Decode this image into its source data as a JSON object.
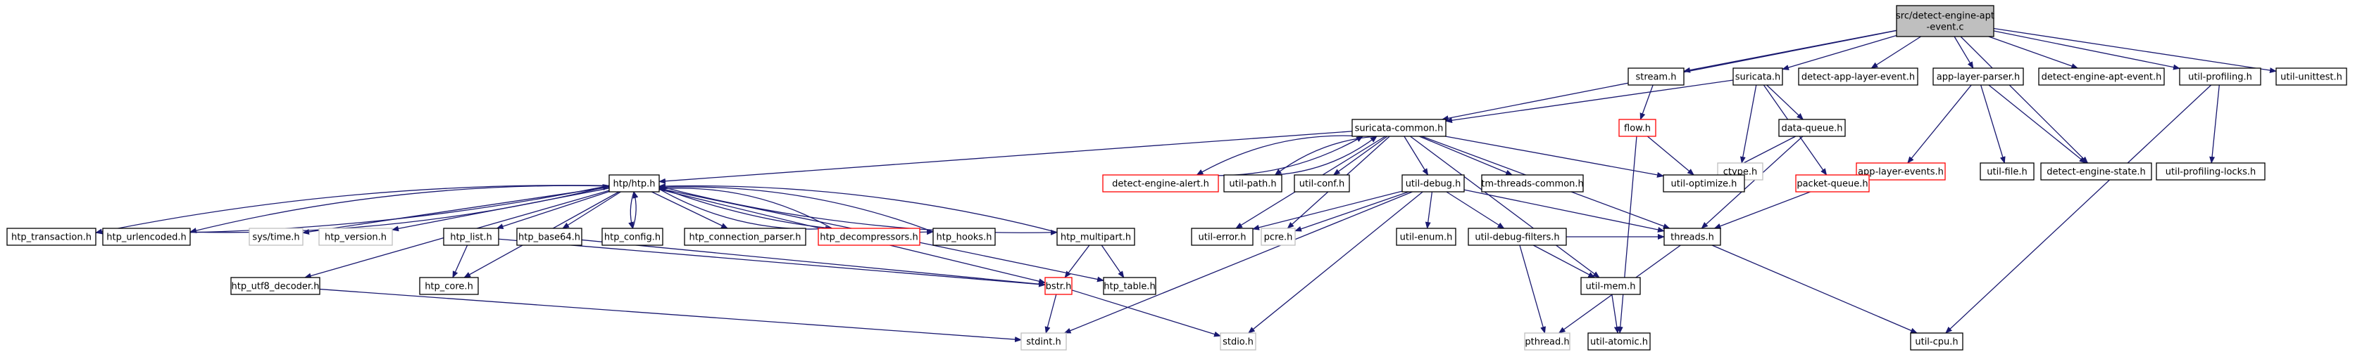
{
  "graph": {
    "nodes": [
      {
        "id": "root",
        "lines": [
          "src/detect-engine-apt",
          "-event.c"
        ],
        "style": "root"
      },
      {
        "id": "stream",
        "lines": [
          "stream.h"
        ],
        "style": "normal"
      },
      {
        "id": "suricata",
        "lines": [
          "suricata.h"
        ],
        "style": "normal"
      },
      {
        "id": "dale",
        "lines": [
          "detect-app-layer-event.h"
        ],
        "style": "normal"
      },
      {
        "id": "alp",
        "lines": [
          "app-layer-parser.h"
        ],
        "style": "normal"
      },
      {
        "id": "daee",
        "lines": [
          "detect-engine-apt-event.h"
        ],
        "style": "normal"
      },
      {
        "id": "uprof",
        "lines": [
          "util-profiling.h"
        ],
        "style": "normal"
      },
      {
        "id": "uunit",
        "lines": [
          "util-unittest.h"
        ],
        "style": "normal"
      },
      {
        "id": "flow",
        "lines": [
          "flow.h"
        ],
        "style": "red"
      },
      {
        "id": "scommon",
        "lines": [
          "suricata-common.h"
        ],
        "style": "normal"
      },
      {
        "id": "ctype",
        "lines": [
          "ctype.h"
        ],
        "style": "gray"
      },
      {
        "id": "dqueue",
        "lines": [
          "data-queue.h"
        ],
        "style": "normal"
      },
      {
        "id": "ale",
        "lines": [
          "app-layer-events.h"
        ],
        "style": "red"
      },
      {
        "id": "ufile",
        "lines": [
          "util-file.h"
        ],
        "style": "normal"
      },
      {
        "id": "des",
        "lines": [
          "detect-engine-state.h"
        ],
        "style": "normal"
      },
      {
        "id": "uproflocks",
        "lines": [
          "util-profiling-locks.h"
        ],
        "style": "normal"
      },
      {
        "id": "htp",
        "lines": [
          "htp/htp.h"
        ],
        "style": "normal"
      },
      {
        "id": "dea",
        "lines": [
          "detect-engine-alert.h"
        ],
        "style": "red"
      },
      {
        "id": "upath",
        "lines": [
          "util-path.h"
        ],
        "style": "normal"
      },
      {
        "id": "uconf",
        "lines": [
          "util-conf.h"
        ],
        "style": "normal"
      },
      {
        "id": "udebug",
        "lines": [
          "util-debug.h"
        ],
        "style": "normal"
      },
      {
        "id": "tmtc",
        "lines": [
          "tm-threads-common.h"
        ],
        "style": "normal"
      },
      {
        "id": "uopt",
        "lines": [
          "util-optimize.h"
        ],
        "style": "normal"
      },
      {
        "id": "pqueue",
        "lines": [
          "packet-queue.h"
        ],
        "style": "red"
      },
      {
        "id": "htptrans",
        "lines": [
          "htp_transaction.h"
        ],
        "style": "normal"
      },
      {
        "id": "htpurl",
        "lines": [
          "htp_urlencoded.h"
        ],
        "style": "normal"
      },
      {
        "id": "systime",
        "lines": [
          "sys/time.h"
        ],
        "style": "gray"
      },
      {
        "id": "htpver",
        "lines": [
          "htp_version.h"
        ],
        "style": "gray"
      },
      {
        "id": "htplist",
        "lines": [
          "htp_list.h"
        ],
        "style": "normal"
      },
      {
        "id": "htpb64",
        "lines": [
          "htp_base64.h"
        ],
        "style": "normal"
      },
      {
        "id": "htpconf",
        "lines": [
          "htp_config.h"
        ],
        "style": "normal"
      },
      {
        "id": "htpconnp",
        "lines": [
          "htp_connection_parser.h"
        ],
        "style": "normal"
      },
      {
        "id": "htpdec",
        "lines": [
          "htp_decompressors.h"
        ],
        "style": "red"
      },
      {
        "id": "htphooks",
        "lines": [
          "htp_hooks.h"
        ],
        "style": "normal"
      },
      {
        "id": "htpmp",
        "lines": [
          "htp_multipart.h"
        ],
        "style": "normal"
      },
      {
        "id": "uerror",
        "lines": [
          "util-error.h"
        ],
        "style": "normal"
      },
      {
        "id": "pcre",
        "lines": [
          "pcre.h"
        ],
        "style": "gray"
      },
      {
        "id": "uenum",
        "lines": [
          "util-enum.h"
        ],
        "style": "normal"
      },
      {
        "id": "udf",
        "lines": [
          "util-debug-filters.h"
        ],
        "style": "normal"
      },
      {
        "id": "threads",
        "lines": [
          "threads.h"
        ],
        "style": "normal"
      },
      {
        "id": "htputf8",
        "lines": [
          "htp_utf8_decoder.h"
        ],
        "style": "normal"
      },
      {
        "id": "htpcore",
        "lines": [
          "htp_core.h"
        ],
        "style": "normal"
      },
      {
        "id": "bstr",
        "lines": [
          "bstr.h"
        ],
        "style": "red"
      },
      {
        "id": "htptable",
        "lines": [
          "htp_table.h"
        ],
        "style": "normal"
      },
      {
        "id": "umem",
        "lines": [
          "util-mem.h"
        ],
        "style": "normal"
      },
      {
        "id": "pthread",
        "lines": [
          "pthread.h"
        ],
        "style": "gray"
      },
      {
        "id": "uatomic",
        "lines": [
          "util-atomic.h"
        ],
        "style": "normal"
      },
      {
        "id": "ucpu",
        "lines": [
          "util-cpu.h"
        ],
        "style": "normal"
      },
      {
        "id": "stdint",
        "lines": [
          "stdint.h"
        ],
        "style": "gray"
      },
      {
        "id": "stdio",
        "lines": [
          "stdio.h"
        ],
        "style": "gray"
      }
    ],
    "edges": [
      [
        "root",
        "stream"
      ],
      [
        "root",
        "suricata"
      ],
      [
        "root",
        "dale"
      ],
      [
        "root",
        "alp"
      ],
      [
        "root",
        "daee"
      ],
      [
        "root",
        "uprof"
      ],
      [
        "root",
        "uunit"
      ],
      [
        "root",
        "scommon"
      ],
      [
        "root",
        "des"
      ],
      [
        "stream",
        "flow"
      ],
      [
        "suricata",
        "scommon"
      ],
      [
        "suricata",
        "ctype"
      ],
      [
        "suricata",
        "dqueue"
      ],
      [
        "suricata",
        "pqueue"
      ],
      [
        "alp",
        "ale"
      ],
      [
        "alp",
        "ufile"
      ],
      [
        "alp",
        "des"
      ],
      [
        "uprof",
        "uproflocks"
      ],
      [
        "uprof",
        "ucpu"
      ],
      [
        "flow",
        "uopt"
      ],
      [
        "flow",
        "uatomic"
      ],
      [
        "dqueue",
        "uopt"
      ],
      [
        "dqueue",
        "threads"
      ],
      [
        "pqueue",
        "threads"
      ],
      [
        "scommon",
        "htp"
      ],
      [
        "scommon",
        "dea"
      ],
      [
        "scommon",
        "upath"
      ],
      [
        "scommon",
        "uconf"
      ],
      [
        "scommon",
        "udebug"
      ],
      [
        "scommon",
        "tmtc"
      ],
      [
        "scommon",
        "uopt"
      ],
      [
        "scommon",
        "threads"
      ],
      [
        "scommon",
        "umem"
      ],
      [
        "scommon",
        "uerror"
      ],
      [
        "scommon",
        "pcre"
      ],
      [
        "dea",
        "scommon"
      ],
      [
        "upath",
        "scommon"
      ],
      [
        "htp",
        "htptrans"
      ],
      [
        "htp",
        "htpurl"
      ],
      [
        "htp",
        "systime"
      ],
      [
        "htp",
        "htpver"
      ],
      [
        "htp",
        "htplist"
      ],
      [
        "htp",
        "htpb64"
      ],
      [
        "htp",
        "htpconf"
      ],
      [
        "htp",
        "htpconnp"
      ],
      [
        "htp",
        "htpdec"
      ],
      [
        "htp",
        "htphooks"
      ],
      [
        "htp",
        "htpmp"
      ],
      [
        "htp",
        "htputf8"
      ],
      [
        "htp",
        "htpcore"
      ],
      [
        "htp",
        "bstr"
      ],
      [
        "htp",
        "htptable"
      ],
      [
        "htptrans",
        "htp"
      ],
      [
        "htpurl",
        "htp"
      ],
      [
        "htpconf",
        "htp"
      ],
      [
        "htpdec",
        "htp"
      ],
      [
        "htphooks",
        "htp"
      ],
      [
        "htpmp",
        "htp"
      ],
      [
        "htplist",
        "htpcore"
      ],
      [
        "htplist",
        "bstr"
      ],
      [
        "htpb64",
        "bstr"
      ],
      [
        "htpmp",
        "bstr"
      ],
      [
        "htpmp",
        "htptable"
      ],
      [
        "htputf8",
        "stdint"
      ],
      [
        "bstr",
        "stdint"
      ],
      [
        "bstr",
        "stdio"
      ],
      [
        "udebug",
        "uerror"
      ],
      [
        "udebug",
        "pcre"
      ],
      [
        "udebug",
        "uenum"
      ],
      [
        "udebug",
        "udf"
      ],
      [
        "udebug",
        "threads"
      ],
      [
        "udebug",
        "stdint"
      ],
      [
        "udebug",
        "stdio"
      ],
      [
        "udf",
        "umem"
      ],
      [
        "udf",
        "threads"
      ],
      [
        "udf",
        "pthread"
      ],
      [
        "umem",
        "uatomic"
      ],
      [
        "threads",
        "pthread"
      ],
      [
        "threads",
        "ucpu"
      ]
    ]
  }
}
